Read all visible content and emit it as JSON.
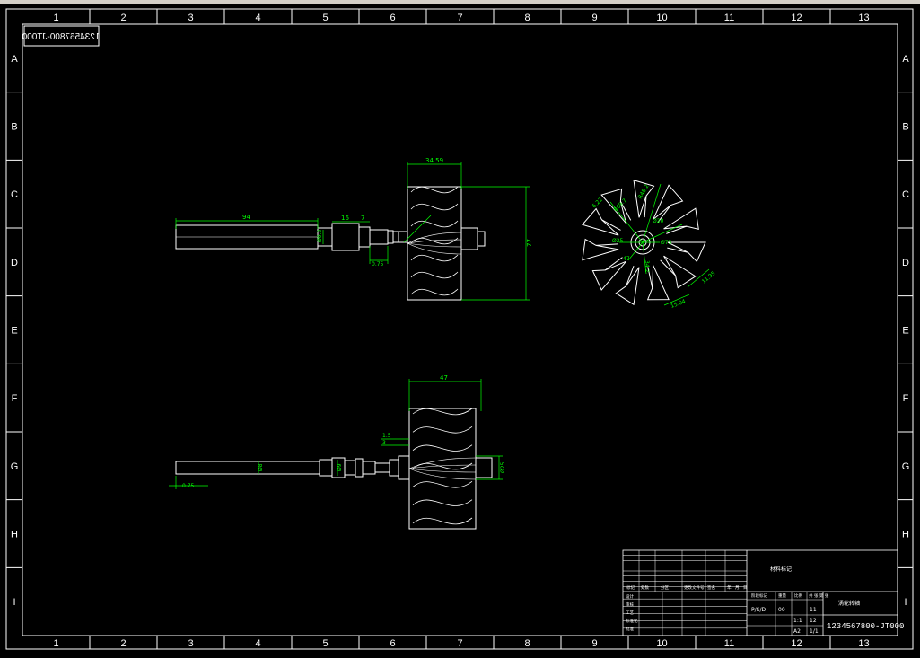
{
  "drawing": {
    "mirrored_code": "1234567800-JT000",
    "drawing_number": "1234567800-JT000"
  },
  "border": {
    "column_labels": [
      "1",
      "2",
      "3",
      "4",
      "5",
      "6",
      "7",
      "8",
      "9",
      "10",
      "11",
      "12",
      "13"
    ],
    "row_labels": [
      "A",
      "B",
      "C",
      "D",
      "E",
      "F",
      "G",
      "H",
      "I"
    ]
  },
  "dimensions": {
    "top_view": {
      "width_top": "34.59",
      "shaft_length": "94",
      "seg_16": "16",
      "seg_7": "7",
      "height_77": "77",
      "small_075": "0.75",
      "dia_left": "Ø9.2"
    },
    "end_view": {
      "d1": "R48.2",
      "d2": "Ø20",
      "d3": "R69.7",
      "d4": "Ø25",
      "d5": "Ø75",
      "d6": "34.2",
      "d7": "47",
      "d8": "11.95",
      "d9": "15.04",
      "d10": "6.22"
    },
    "bottom_view": {
      "width_top": "47",
      "d_15": "1.5",
      "d_3": "3",
      "shaft_end": "0.75",
      "dia_a": "Ø8",
      "dia_b": "Ø9",
      "dia_right": "Ø25"
    }
  },
  "title_block": {
    "material_label": "材料标记",
    "part_name": "涡轮转轴",
    "stage_label": "阶段标记",
    "weight_label": "重量",
    "scale_label": "比例",
    "scale_value": "1:1",
    "sheet_label": "共 张 第 张",
    "sheet_value": "1/1",
    "mark": "P/S/D",
    "qty": "00",
    "size_code": "A2",
    "num_11": "11",
    "num_12": "12",
    "revision_labels": [
      "标记",
      "处数",
      "分区",
      "更改文件号",
      "签名",
      "年、月、日"
    ],
    "role_labels": [
      "设计",
      "审核",
      "工艺",
      "标准化",
      "批准"
    ]
  }
}
